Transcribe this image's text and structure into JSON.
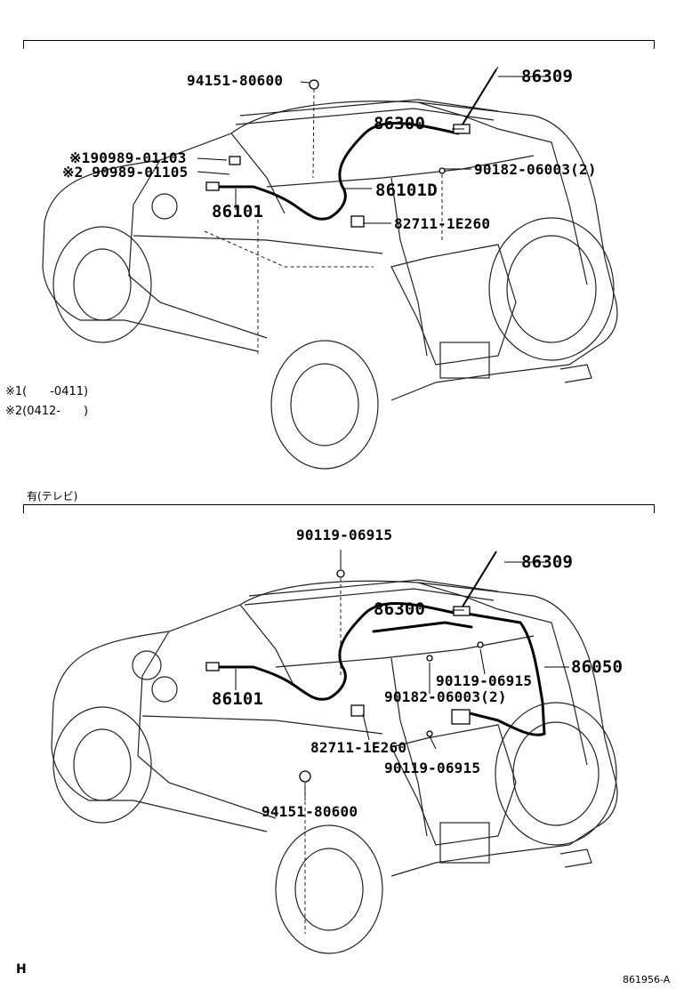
{
  "top_section": {
    "labels": {
      "p94151": "94151-80600",
      "p86309": "86309",
      "p86300": "86300",
      "p90182": "90182-06003(2)",
      "p90989a": "※190989-01103",
      "p90989b": "※2 90989-01105",
      "p86101d": "86101D",
      "p86101": "86101",
      "p82711": "82711-1E260"
    },
    "notes": {
      "n1": "※1(　　-0411)",
      "n2": "※2(0412-　　)"
    }
  },
  "bottom_section": {
    "header": "有(テレビ)",
    "labels": {
      "p90119_top": "90119-06915",
      "p86309": "86309",
      "p86300": "86300",
      "p86050": "86050",
      "p90119_mid": "90119-06915",
      "p90182": "90182-06003(2)",
      "p86101": "86101",
      "p82711": "82711-1E260",
      "p90119_low": "90119-06915",
      "p94151": "94151-80600"
    }
  },
  "footer": {
    "corner_letter": "H",
    "figure_code": "861956-A"
  }
}
